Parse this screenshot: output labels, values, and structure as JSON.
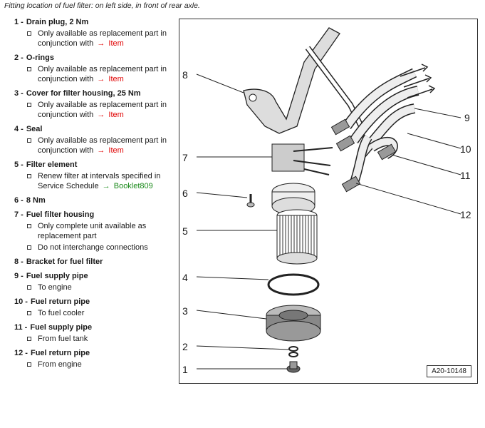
{
  "caption": "Fitting location of fuel filter: on left side, in front of rear axle.",
  "items": [
    {
      "num": "1 -",
      "title": "Drain plug, 2 Nm",
      "notes": [
        {
          "text": "Only available as replacement part in conjunction with",
          "link": "Item"
        }
      ]
    },
    {
      "num": "2 -",
      "title": "O-rings",
      "notes": [
        {
          "text": "Only available as replacement part in conjunction with",
          "link": "Item"
        }
      ]
    },
    {
      "num": "3 -",
      "title": "Cover for filter housing, 25 Nm",
      "notes": [
        {
          "text": "Only available as replacement part in conjunction with",
          "link": "Item"
        }
      ]
    },
    {
      "num": "4 -",
      "title": "Seal",
      "notes": [
        {
          "text": "Only available as replacement part in conjunction with",
          "link": "Item"
        }
      ]
    },
    {
      "num": "5 -",
      "title": "Filter element",
      "notes": [
        {
          "text": "Renew filter at intervals specified in Service Schedule",
          "link": "Booklet809",
          "green": true
        }
      ]
    },
    {
      "num": "6 -",
      "title": "8 Nm",
      "notes": []
    },
    {
      "num": "7 -",
      "title": "Fuel filter housing",
      "notes": [
        {
          "text": "Only complete unit available as replacement part"
        },
        {
          "text": "Do not interchange connections"
        }
      ]
    },
    {
      "num": "8 -",
      "title": "Bracket for fuel filter",
      "notes": []
    },
    {
      "num": "9 -",
      "title": "Fuel supply pipe",
      "notes": [
        {
          "text": "To engine"
        }
      ]
    },
    {
      "num": "10 -",
      "title": "Fuel return pipe",
      "notes": [
        {
          "text": "To fuel cooler"
        }
      ]
    },
    {
      "num": "11 -",
      "title": "Fuel supply pipe",
      "notes": [
        {
          "text": "From fuel tank"
        }
      ]
    },
    {
      "num": "12 -",
      "title": "Fuel return pipe",
      "notes": [
        {
          "text": "From engine"
        }
      ]
    }
  ],
  "figure": {
    "code": "A20-10148",
    "callouts": [
      "8",
      "7",
      "6",
      "5",
      "4",
      "3",
      "2",
      "1",
      "9",
      "10",
      "11",
      "12"
    ]
  },
  "colors": {
    "link": "#e00000",
    "booklet": "#1a8a1a"
  }
}
